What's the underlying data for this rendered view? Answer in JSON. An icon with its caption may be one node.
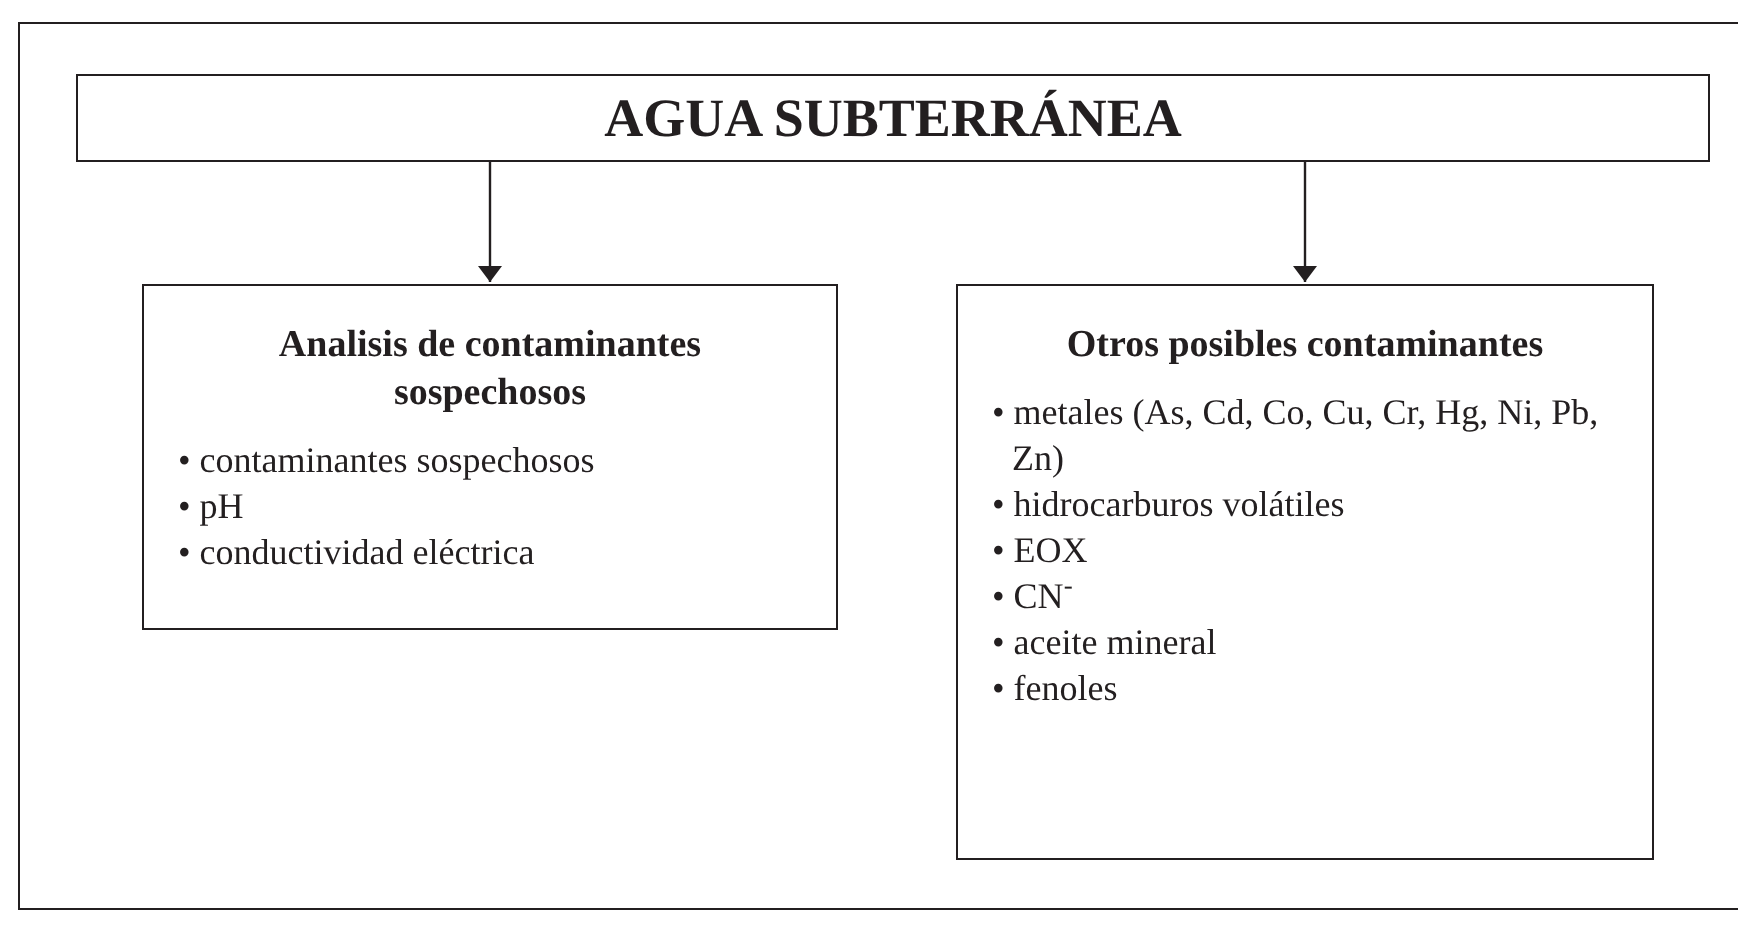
{
  "diagram": {
    "nodes": [
      {
        "text": [
          "AGUA SUBTERRÁNEA"
        ]
      },
      {
        "text": [
          "Analisis de contaminantes sospechosos",
          "• contaminantes sospechosos",
          "• pH",
          "• conductividad eléctrica"
        ]
      },
      {
        "text": [
          "Otros posibles contaminantes",
          "• metales (As, Cd, Co, Cu, Cr, Hg, Ni, Pb, Zn)",
          "• hidrocarburos volátiles",
          "• EOX",
          "• CN$^{-}$",
          "• aceite mineral",
          "• fenoles"
        ]
      }
    ],
    "edges": [
      {
        "from": 0,
        "to": 1,
        "arrow": "to"
      },
      {
        "from": 0,
        "to": 2,
        "arrow": "to"
      }
    ]
  }
}
